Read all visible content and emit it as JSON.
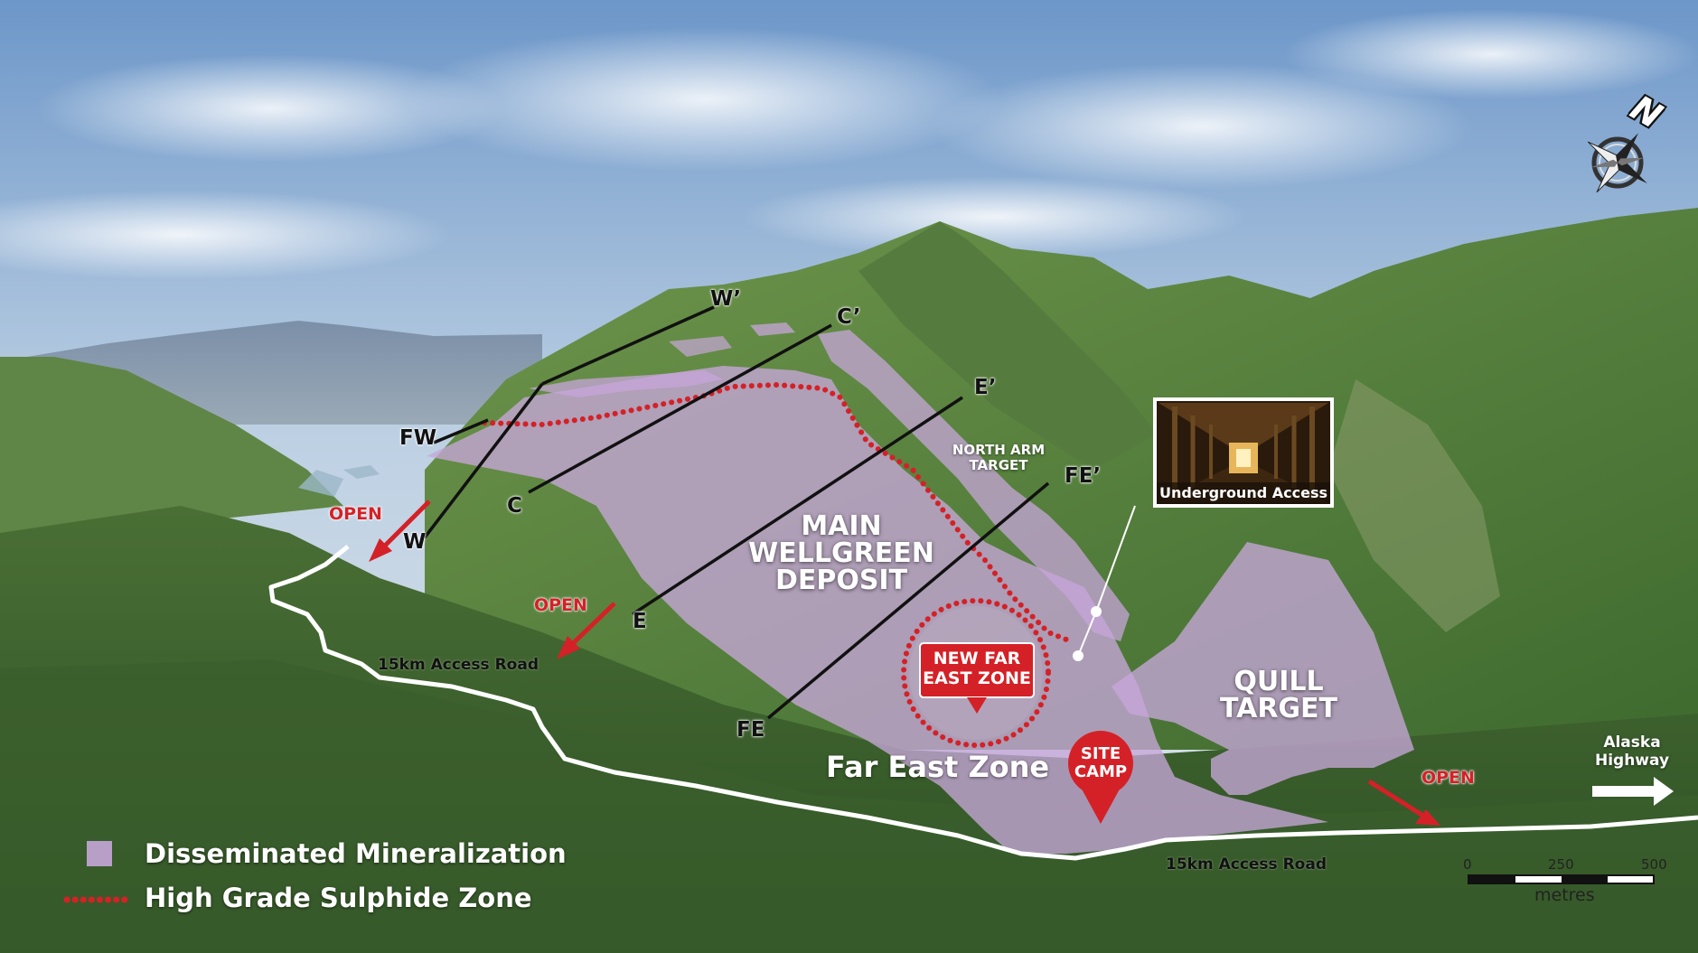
{
  "sections": [
    {
      "id": "w-end",
      "label": "W’"
    },
    {
      "id": "w-start",
      "label": "W"
    },
    {
      "id": "c-end",
      "label": "C’"
    },
    {
      "id": "c-start",
      "label": "C"
    },
    {
      "id": "e-end",
      "label": "E’"
    },
    {
      "id": "e-start",
      "label": "E"
    },
    {
      "id": "fe-end",
      "label": "FE’"
    },
    {
      "id": "fe-start",
      "label": "FE"
    },
    {
      "id": "fw",
      "label": "FW"
    }
  ],
  "open_labels": [
    "OPEN",
    "OPEN",
    "OPEN"
  ],
  "deposit_main": [
    "MAIN",
    "WELLGREEN",
    "DEPOSIT"
  ],
  "north_arm": [
    "NORTH ARM",
    "TARGET"
  ],
  "quill": [
    "QUILL",
    "TARGET"
  ],
  "far_east_zone": "Far East Zone",
  "new_far_east": [
    "NEW FAR",
    "EAST ZONE"
  ],
  "site_camp": [
    "SITE",
    "CAMP"
  ],
  "underground": "Underground Access",
  "access_road_labels": [
    "15km Access Road",
    "15km Access Road"
  ],
  "alaska_highway": [
    "Alaska",
    "Highway"
  ],
  "compass": "N",
  "scale": {
    "ticks": [
      "0",
      "250",
      "500"
    ],
    "unit": "metres"
  },
  "legend": {
    "disseminated": "Disseminated Mineralization",
    "high_grade": "High Grade Sulphide Zone"
  },
  "colors": {
    "mineralization": "#c7a6d9",
    "sulphide": "#d42127",
    "open_arrow": "#d42127",
    "callout": "#d42127"
  }
}
